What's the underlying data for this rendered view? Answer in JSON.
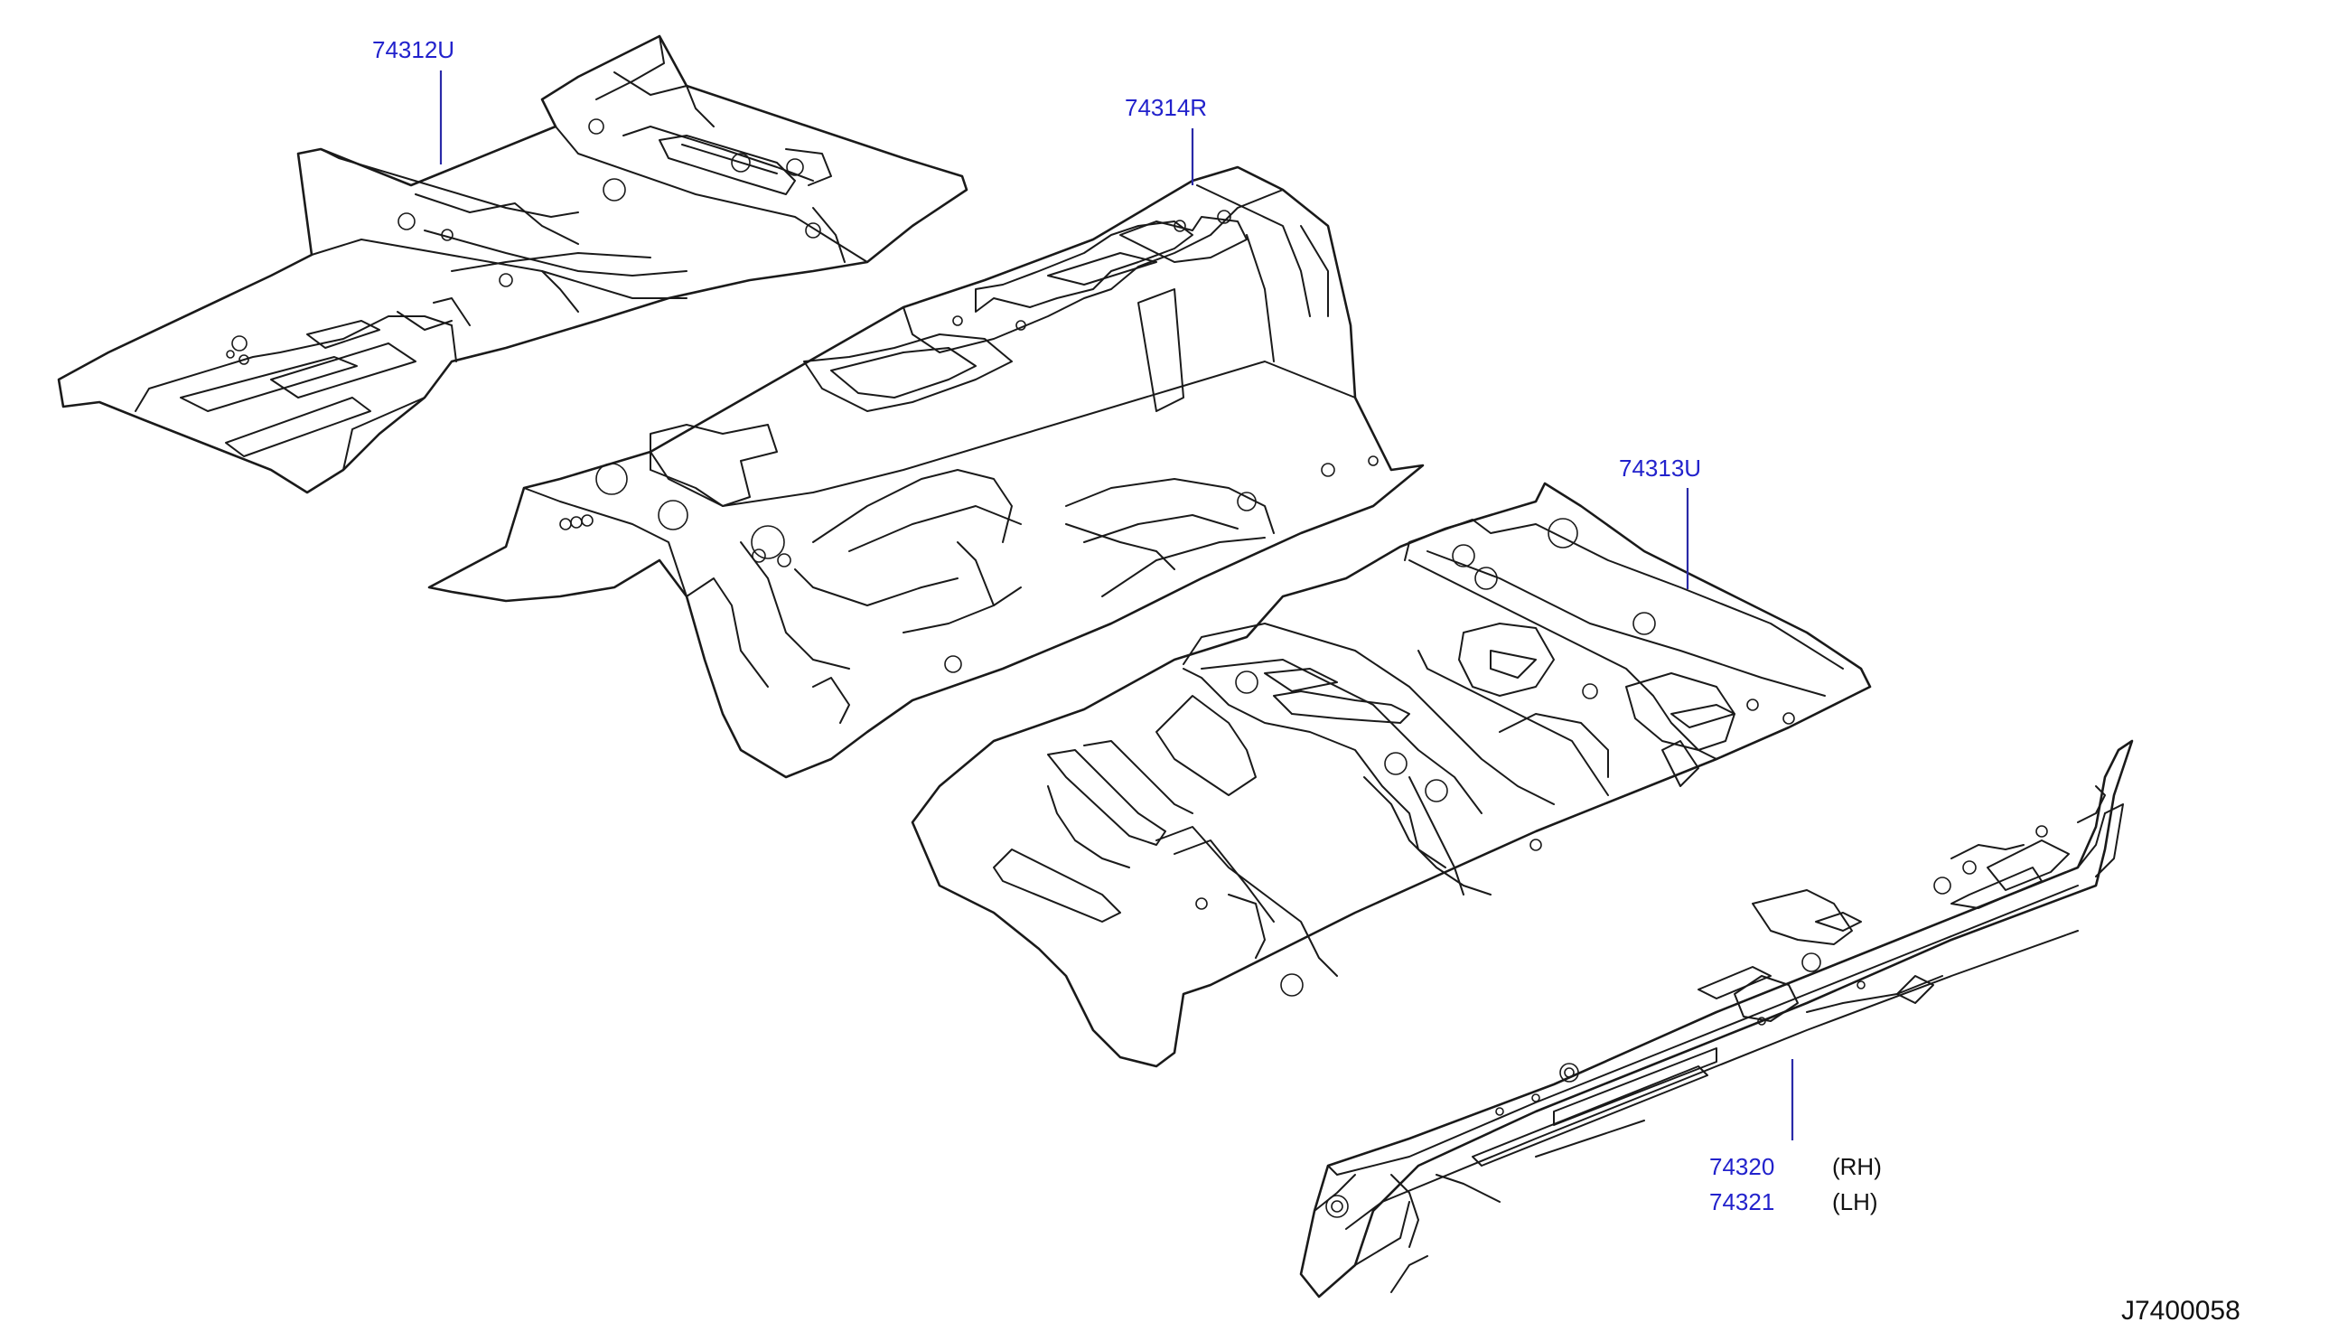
{
  "callouts": {
    "front_floor_upper": "74312U",
    "front_floor_center": "74314R",
    "front_floor_lower": "74313U",
    "member_rh": "74320",
    "member_lh": "74321"
  },
  "sides": {
    "rh": "(RH)",
    "lh": "(LH)"
  },
  "diagram_code": "J7400058",
  "colors": {
    "part_number": "#2222cc",
    "linework": "#1a1a1a",
    "background": "#ffffff"
  },
  "parts": [
    "front floor panel (upper view)",
    "center floor / tunnel panel",
    "front floor panel (lower view)",
    "side member"
  ]
}
